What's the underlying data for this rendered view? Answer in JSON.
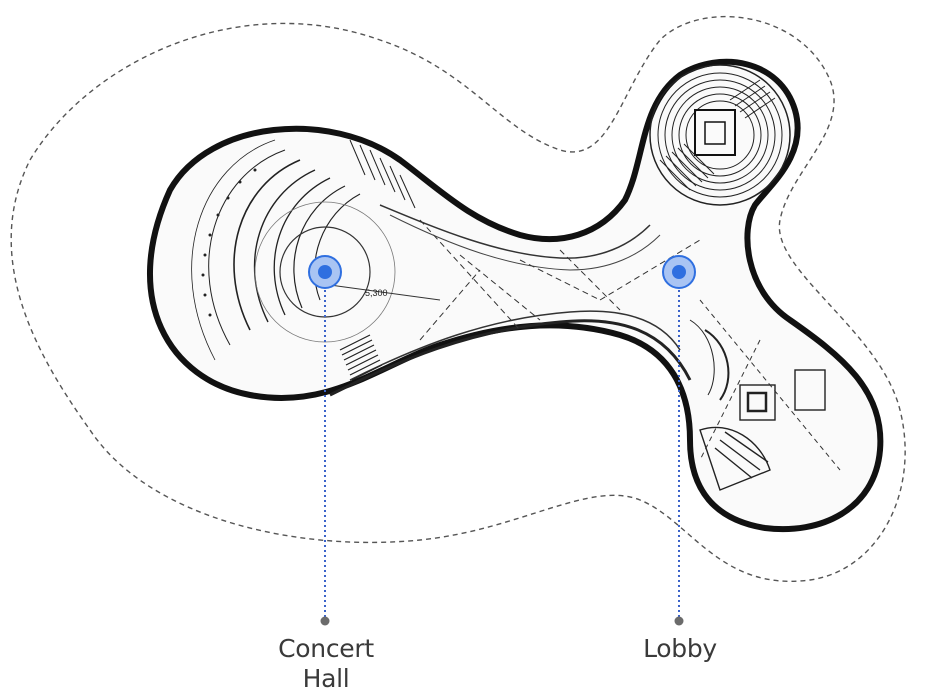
{
  "hotspots": [
    {
      "id": "concert-hall",
      "label_line1": "Concert",
      "label_line2": "Hall"
    },
    {
      "id": "lobby",
      "label_line1": "Lobby"
    }
  ],
  "plan": {
    "dimension_note": "5,300"
  },
  "colors": {
    "marker_fill": "#2f6fe0",
    "marker_ring": "#a9c4f3",
    "leader_line": "#3b63c9",
    "end_dot": "#6b6b6b",
    "plan_ink": "#1a1a1a",
    "outline_dash": "#555555"
  }
}
